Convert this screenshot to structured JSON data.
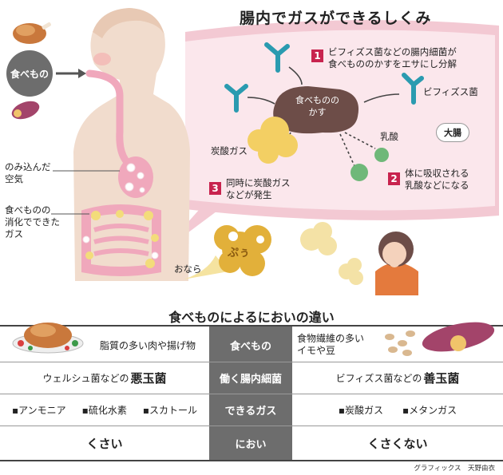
{
  "diagram": {
    "title": "腸内でガスができるしくみ",
    "food_input": "食べもの",
    "swallowed_air": "のみ込んだ\n空気",
    "digest_gas": "食べものの\n消化でできた\nガス",
    "onara": "おなら",
    "poo": "ぷぅ",
    "steps": [
      {
        "num": "1",
        "text": "ビフィズス菌などの腸内細菌が\n食べもののかすをエサにし分解"
      },
      {
        "num": "2",
        "text": "体に吸収される\n乳酸などになる"
      },
      {
        "num": "3",
        "text": "同時に炭酸ガス\nなどが発生"
      }
    ],
    "bifido_label": "ビフィズス菌",
    "food_waste": "食べものの\nかす",
    "lactic_acid": "乳酸",
    "co2_gas": "炭酸ガス",
    "large_intestine": "大腸"
  },
  "table": {
    "title": "食べものによるにおいの違い",
    "rows": [
      {
        "left": "脂質の多い肉や揚げ物",
        "center": "食べもの",
        "right": "食物繊維の多い\nイモや豆"
      },
      {
        "left_prefix": "ウェルシュ菌などの",
        "left_bold": "悪玉菌",
        "center": "働く腸内細菌",
        "right_prefix": "ビフィズス菌などの",
        "right_bold": "善玉菌"
      },
      {
        "left_items": [
          "アンモニア",
          "硫化水素",
          "スカトール"
        ],
        "center": "できるガス",
        "right_items": [
          "炭酸ガス",
          "メタンガス"
        ]
      },
      {
        "left": "くさい",
        "center": "におい",
        "right": "くさくない"
      }
    ]
  },
  "credit": "グラフィックス　天野由衣",
  "colors": {
    "accent": "#c8234e",
    "intestine_band": "#f3c9d3",
    "center_column": "#6d6d6d",
    "gas_yellow": "#f2d27a",
    "bacteria_teal": "#2a9bb0"
  }
}
